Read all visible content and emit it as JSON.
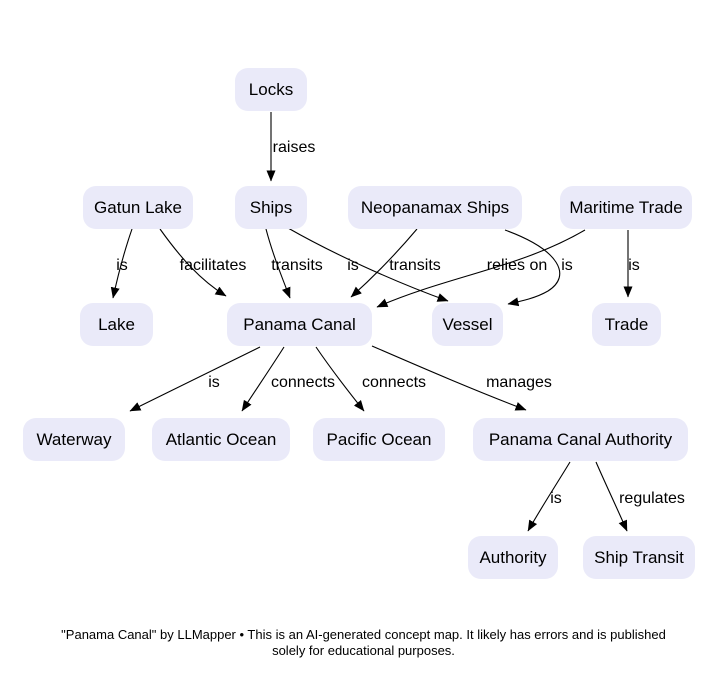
{
  "diagram": {
    "nodes": [
      {
        "id": "locks",
        "label": "Locks"
      },
      {
        "id": "gatun-lake",
        "label": "Gatun Lake"
      },
      {
        "id": "ships",
        "label": "Ships"
      },
      {
        "id": "neopanamax-ships",
        "label": "Neopanamax Ships"
      },
      {
        "id": "maritime-trade",
        "label": "Maritime Trade"
      },
      {
        "id": "lake",
        "label": "Lake"
      },
      {
        "id": "panama-canal",
        "label": "Panama Canal"
      },
      {
        "id": "vessel",
        "label": "Vessel"
      },
      {
        "id": "trade",
        "label": "Trade"
      },
      {
        "id": "waterway",
        "label": "Waterway"
      },
      {
        "id": "atlantic-ocean",
        "label": "Atlantic Ocean"
      },
      {
        "id": "pacific-ocean",
        "label": "Pacific Ocean"
      },
      {
        "id": "panama-canal-authority",
        "label": "Panama Canal Authority"
      },
      {
        "id": "authority",
        "label": "Authority"
      },
      {
        "id": "ship-transit",
        "label": "Ship Transit"
      }
    ],
    "edges": [
      {
        "from": "locks",
        "to": "ships",
        "label": "raises"
      },
      {
        "from": "gatun-lake",
        "to": "lake",
        "label": "is"
      },
      {
        "from": "gatun-lake",
        "to": "panama-canal",
        "label": "facilitates"
      },
      {
        "from": "ships",
        "to": "panama-canal",
        "label": "transits"
      },
      {
        "from": "ships",
        "to": "vessel",
        "label": "is"
      },
      {
        "from": "neopanamax-ships",
        "to": "panama-canal",
        "label": "transits"
      },
      {
        "from": "maritime-trade",
        "to": "panama-canal",
        "label": "relies on"
      },
      {
        "from": "neopanamax-ships",
        "to": "vessel",
        "label": "is"
      },
      {
        "from": "maritime-trade",
        "to": "trade",
        "label": "is"
      },
      {
        "from": "panama-canal",
        "to": "waterway",
        "label": "is"
      },
      {
        "from": "panama-canal",
        "to": "atlantic-ocean",
        "label": "connects"
      },
      {
        "from": "panama-canal",
        "to": "pacific-ocean",
        "label": "connects"
      },
      {
        "from": "panama-canal",
        "to": "panama-canal-authority",
        "label": "manages"
      },
      {
        "from": "panama-canal-authority",
        "to": "authority",
        "label": "is"
      },
      {
        "from": "panama-canal-authority",
        "to": "ship-transit",
        "label": "regulates"
      }
    ]
  },
  "footer": {
    "line1": "\"Panama Canal\" by LLMapper • This is an AI-generated concept map. It likely has errors and is published",
    "line2": "solely for educational purposes."
  },
  "colors": {
    "background": "#FFFFFF",
    "node_fill": "#EAEAF9",
    "node_text": "#000000",
    "edge": "#000000"
  }
}
